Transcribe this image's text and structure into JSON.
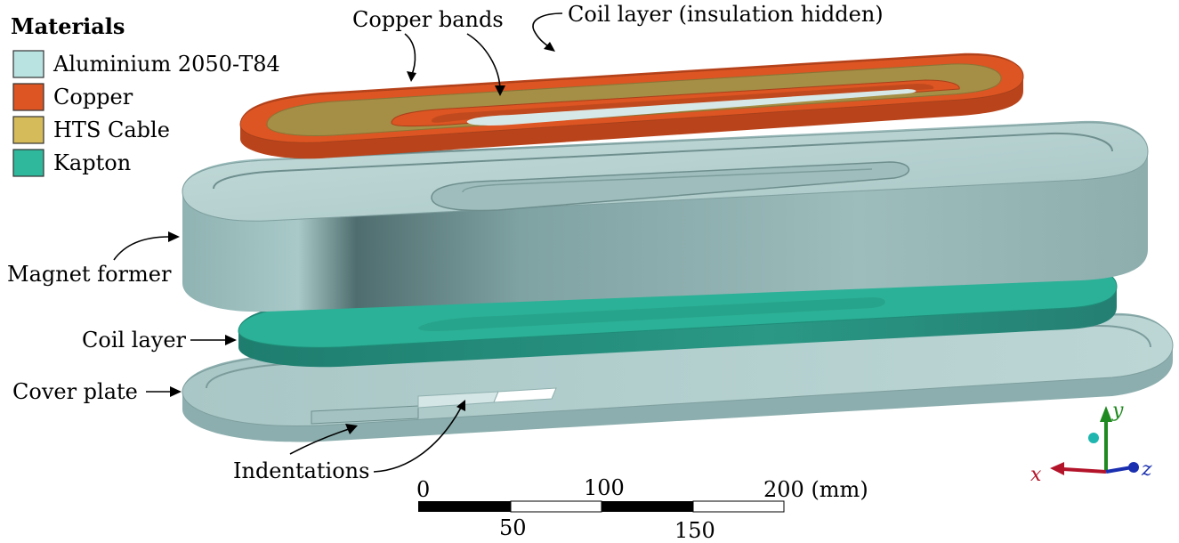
{
  "legend": {
    "title": "Materials",
    "items": [
      {
        "label": "Aluminium 2050-T84",
        "color": "#b8e3e0"
      },
      {
        "label": "Copper",
        "color": "#dd5522"
      },
      {
        "label": "HTS Cable",
        "color": "#d6bb5a"
      },
      {
        "label": "Kapton",
        "color": "#30b89c"
      }
    ]
  },
  "annotations": {
    "copper_bands": "Copper bands",
    "coil_layer_top": "Coil layer (insulation hidden)",
    "magnet_former": "Magnet former",
    "coil_layer": "Coil layer",
    "cover_plate": "Cover plate",
    "indentations": "Indentations"
  },
  "scale_bar": {
    "top_labels": [
      "0",
      "100",
      "200 (mm)"
    ],
    "bottom_labels": [
      "50",
      "150"
    ]
  },
  "axes": {
    "y": {
      "label": "y",
      "color": "#1f8a1f"
    },
    "x": {
      "label": "x",
      "color": "#b3142a"
    },
    "z": {
      "label": "z",
      "color": "#1a2fb0"
    }
  }
}
